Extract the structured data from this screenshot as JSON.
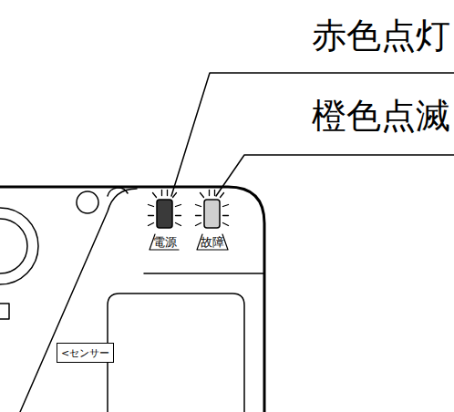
{
  "diagram": {
    "nodes": [
      {
        "text": [
          "<センサー"
        ]
      }
    ],
    "labels": [
      "赤色点灯",
      "橙色点滅",
      "電源",
      "故障"
    ]
  }
}
